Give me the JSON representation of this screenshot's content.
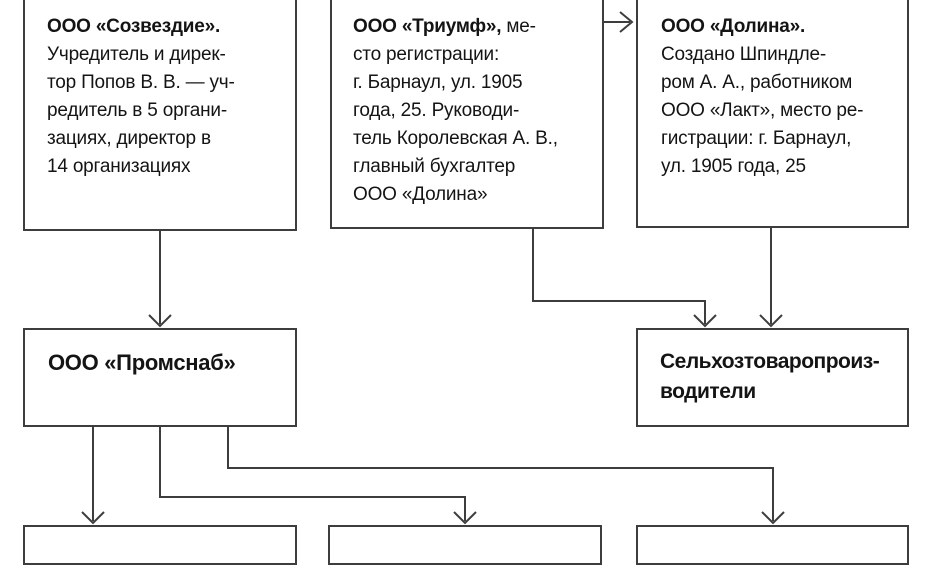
{
  "diagram_title": "Scheme of related organizations",
  "colors": {
    "line": "#3d3d3d",
    "text": "#141414",
    "background": "#ffffff"
  },
  "boxes": {
    "sozvezdie": {
      "lines": [
        {
          "bold": "ООО «Созвездие»."
        },
        {
          "text": "Учредитель и дирек-"
        },
        {
          "text": "тор Попов В. В. — уч-"
        },
        {
          "text": "редитель в 5 органи-"
        },
        {
          "text": "зациях, директор в"
        },
        {
          "text": "14 организациях"
        }
      ]
    },
    "triumf": {
      "lines": [
        {
          "bold": "ООО «Триумф»,",
          "text": " ме-"
        },
        {
          "text": "сто регистрации:"
        },
        {
          "text": "г. Барнаул, ул. 1905"
        },
        {
          "text": "года, 25. Руководи-"
        },
        {
          "text": "тель Королевская А. В.,"
        },
        {
          "text": "главный бухгалтер"
        },
        {
          "text": "ООО «Долина»"
        }
      ]
    },
    "dolina": {
      "lines": [
        {
          "bold": "ООО «Долина»."
        },
        {
          "text": "Создано Шпиндле-"
        },
        {
          "text": "ром А. А., работником"
        },
        {
          "text": "ООО «Лакт», место ре-"
        },
        {
          "text": "гистрации: г. Барнаул,"
        },
        {
          "text": "ул. 1905 года, 25"
        }
      ]
    },
    "promsnab": {
      "title": "ООО «Промснаб»"
    },
    "selhoz": {
      "lines": [
        {
          "bold": "Сельхозтоваропроиз-"
        },
        {
          "bold": "водители"
        }
      ]
    }
  }
}
